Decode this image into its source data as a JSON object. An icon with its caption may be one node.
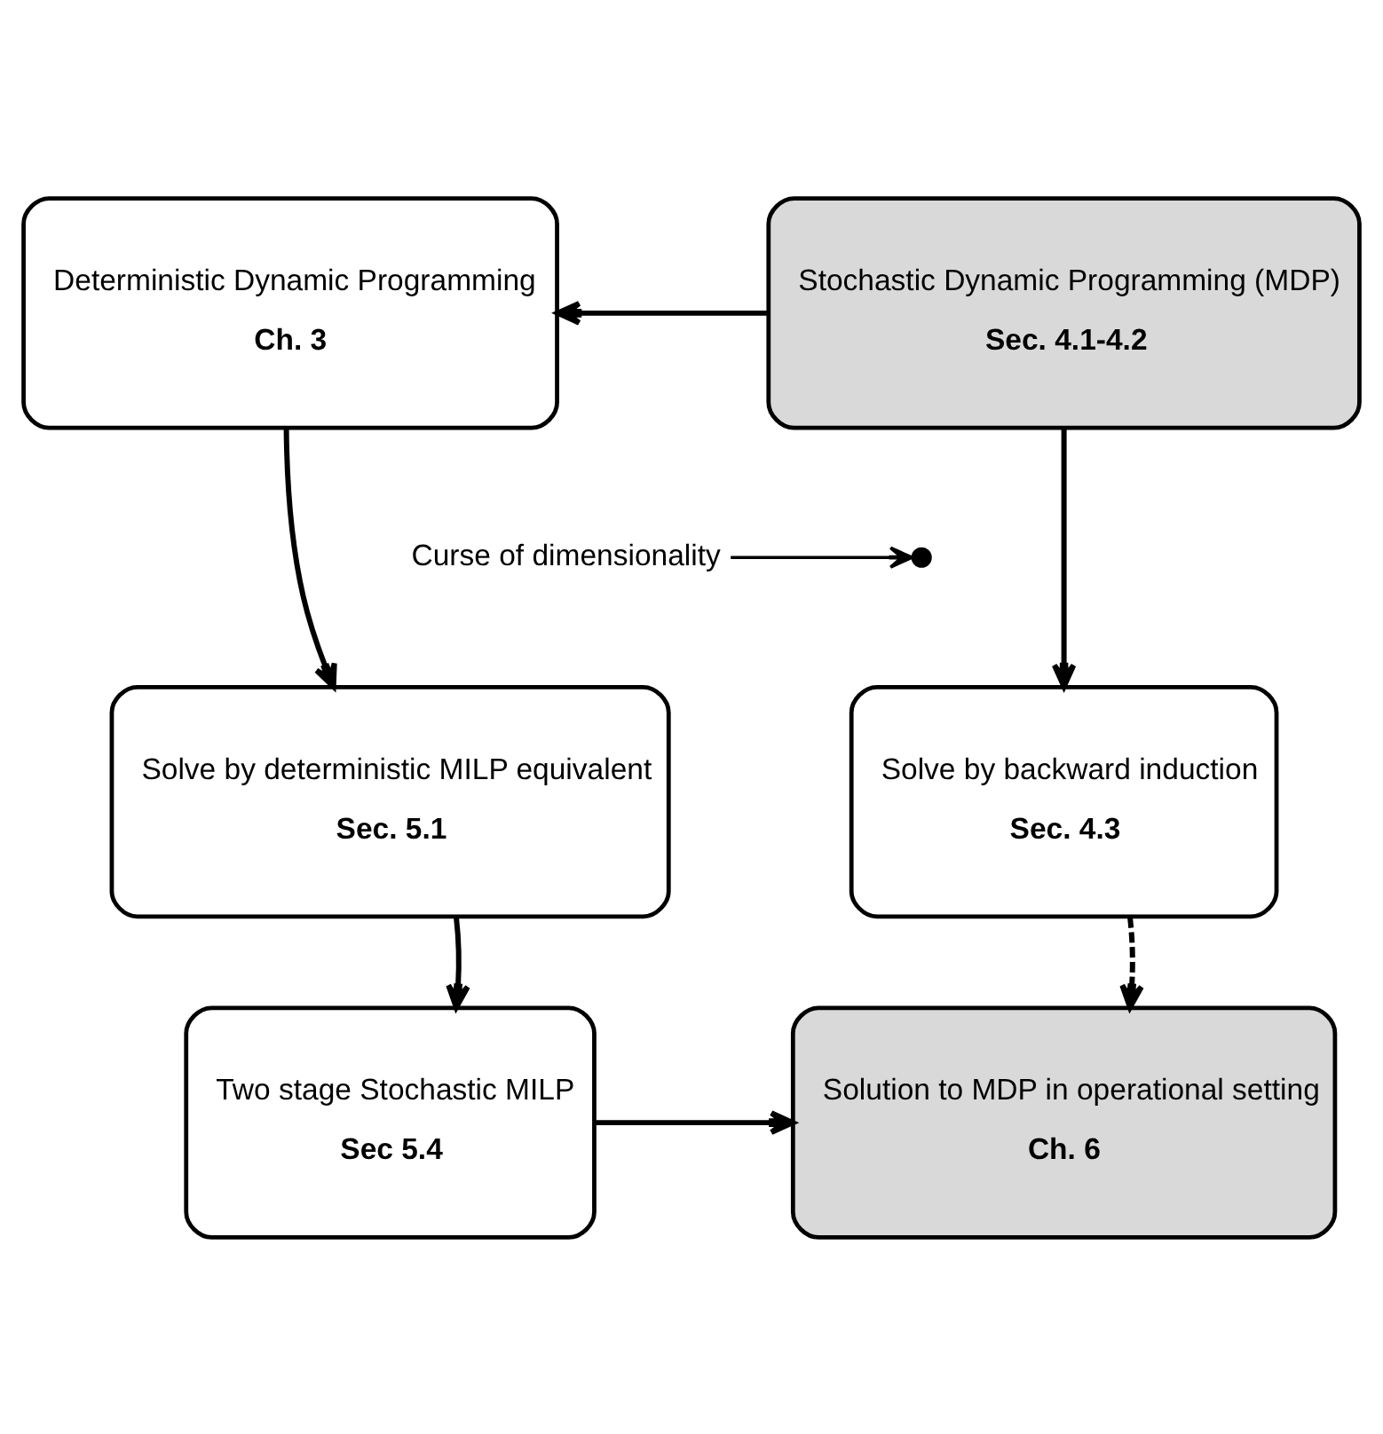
{
  "diagram": {
    "nodes": [
      {
        "text": [
          "Deterministic Dynamic Programming",
          "**Ch. 3**"
        ]
      },
      {
        "text": [
          "Stochastic Dynamic Programming (MDP)",
          "**Sec. 4.1-4.2**"
        ]
      },
      {
        "text": [
          "Solve by deterministic MILP equivalent",
          "**Sec. 5.1**"
        ]
      },
      {
        "text": [
          "Solve by backward induction",
          "**Sec. 4.3**"
        ]
      },
      {
        "text": [
          "Two stage Stochastic MILP",
          "**Sec 5.4**"
        ]
      },
      {
        "text": [
          "Solution to MDP in operational setting",
          "**Ch. 6**"
        ]
      },
      {
        "text": [
          "Curse of dimensionality"
        ]
      },
      {
        "text": [],
        "shape": "cross"
      }
    ],
    "edges": [
      {
        "from": 1,
        "to": 0,
        "arrow": "to"
      },
      {
        "from": 0,
        "to": 2,
        "arrow": "to"
      },
      {
        "from": 1,
        "to": 3,
        "arrow": "to"
      },
      {
        "from": 6,
        "to": 7,
        "arrow": "to"
      },
      {
        "from": 2,
        "to": 4,
        "arrow": "to"
      },
      {
        "from": 3,
        "to": 5,
        "arrow": "to",
        "style": "dashed"
      },
      {
        "from": 4,
        "to": 5,
        "arrow": "to"
      }
    ]
  }
}
